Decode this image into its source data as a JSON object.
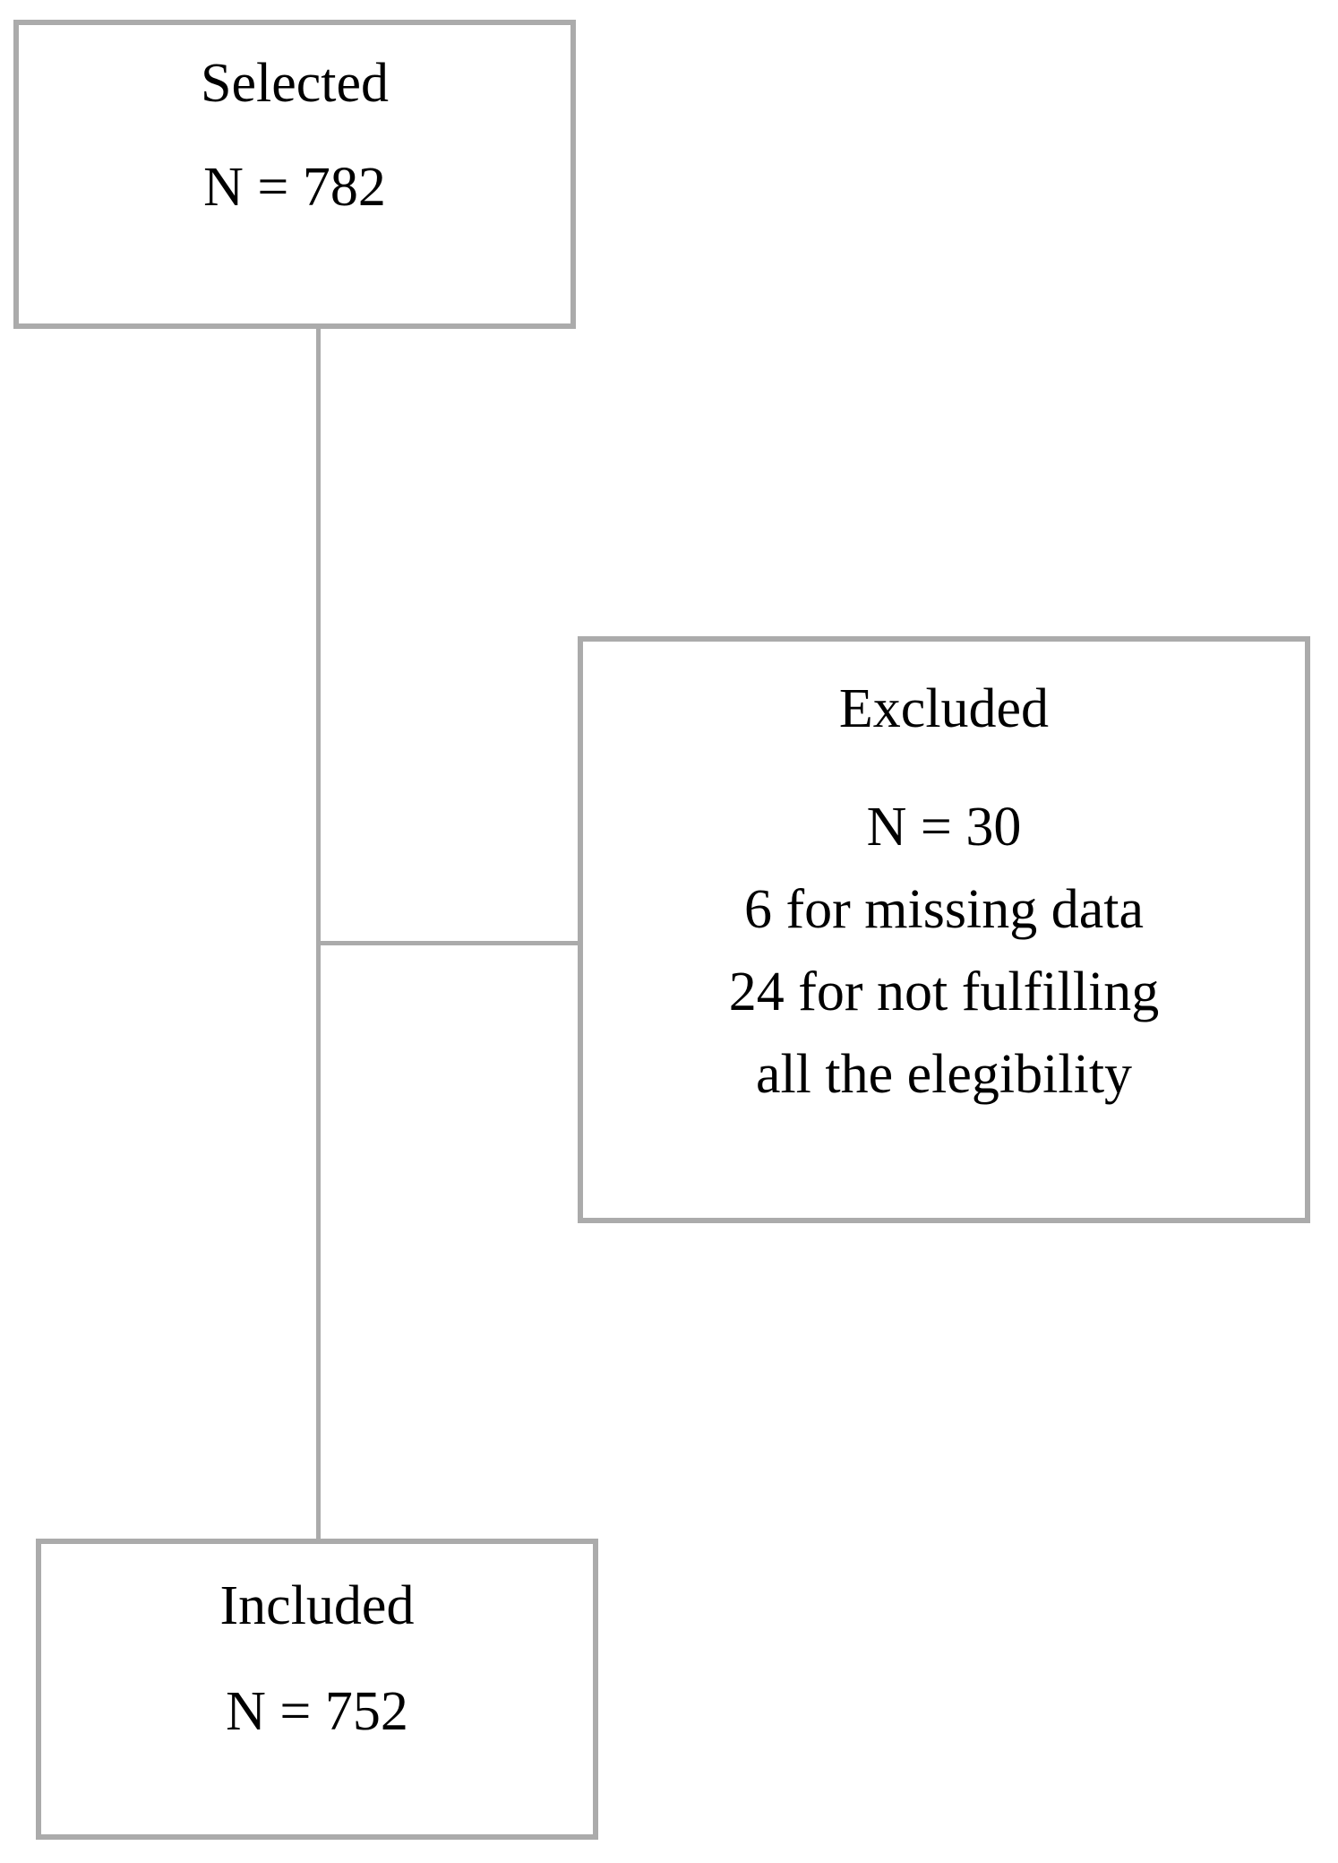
{
  "diagram": {
    "type": "participant-flow-chart",
    "background_color": "#ffffff",
    "border_color": "#ababab",
    "text_color": "#000000",
    "nodes": [
      {
        "id": "selected",
        "title": "Selected",
        "count": "N = 782"
      },
      {
        "id": "excluded",
        "title": "Excluded",
        "count": "N = 30",
        "reason_1": "6 for missing data",
        "reason_2": "24 for not fulfilling",
        "reason_3": "all the elegibility"
      },
      {
        "id": "included",
        "title": "Included",
        "count": "N = 752"
      }
    ]
  },
  "chart_data": {
    "type": "table",
    "title": "Participant flow",
    "categories": [
      "Selected",
      "Excluded",
      "Included"
    ],
    "values": [
      782,
      30,
      752
    ],
    "annotations": [
      "6 for missing data",
      "24 for not fulfilling all the elegibility"
    ]
  }
}
